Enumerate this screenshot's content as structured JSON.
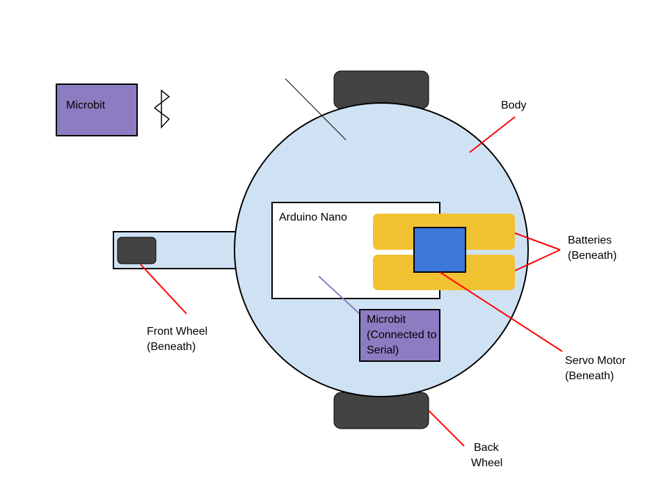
{
  "colors": {
    "body_fill": "#cfe2f3",
    "wheel_fill": "#434343",
    "microbit_fill": "#8e7cc3",
    "battery_fill": "#f1c232",
    "servo_fill": "#3c78d8",
    "callout_line": "#ff0000",
    "serial_line": "#8e7cc3",
    "outline": "#000000"
  },
  "icons": {
    "bluetooth": "bluetooth-icon"
  },
  "labels": {
    "remote_microbit": "Microbit",
    "arduino": "Arduino Nano",
    "onboard_microbit": [
      "Microbit",
      "(Connected to",
      "Serial)"
    ],
    "body": "Body",
    "batteries": [
      "Batteries",
      "(Beneath)"
    ],
    "servo": [
      "Servo Motor",
      "(Beneath)"
    ],
    "front_wheel": [
      "Front Wheel",
      "(Beneath)"
    ],
    "back_wheel": [
      "Back",
      "Wheel"
    ]
  }
}
